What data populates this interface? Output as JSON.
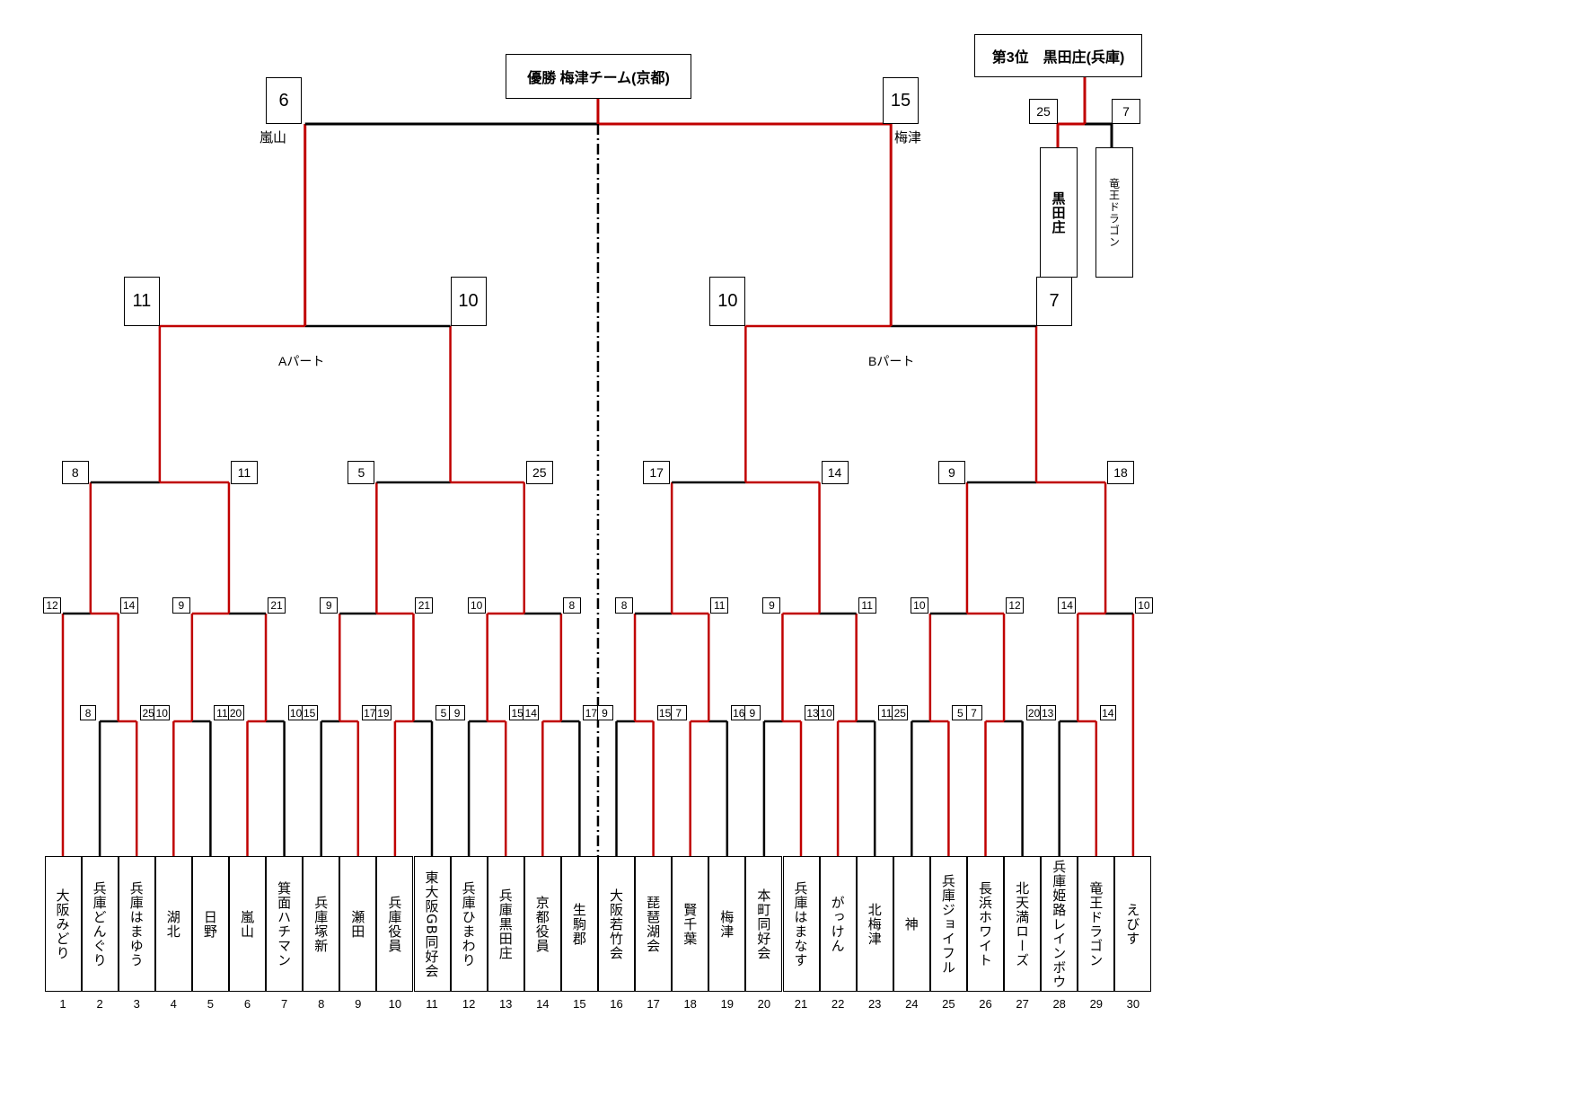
{
  "champion": "優勝 梅津チーム(京都)",
  "third_place": "第3位　黒田庄(兵庫)",
  "parts": {
    "a": "Aパート",
    "b": "Bパート"
  },
  "colors": {
    "win": "#c00000",
    "lose": "#000000"
  },
  "teams": [
    {
      "no": "1",
      "name": "大阪みどり"
    },
    {
      "no": "2",
      "name": "兵庫どんぐり"
    },
    {
      "no": "3",
      "name": "兵庫はまゆう"
    },
    {
      "no": "4",
      "name": "湖北"
    },
    {
      "no": "5",
      "name": "日野"
    },
    {
      "no": "6",
      "name": "嵐山"
    },
    {
      "no": "7",
      "name": "箕面ハチマン"
    },
    {
      "no": "8",
      "name": "兵庫塚新"
    },
    {
      "no": "9",
      "name": "瀬田"
    },
    {
      "no": "10",
      "name": "兵庫役員"
    },
    {
      "no": "11",
      "name": "東大阪GB同好会"
    },
    {
      "no": "12",
      "name": "兵庫ひまわり"
    },
    {
      "no": "13",
      "name": "兵庫黒田庄"
    },
    {
      "no": "14",
      "name": "京都役員"
    },
    {
      "no": "15",
      "name": "生駒郡"
    },
    {
      "no": "16",
      "name": "大阪若竹会"
    },
    {
      "no": "17",
      "name": "琵琶湖会"
    },
    {
      "no": "18",
      "name": "賢千葉"
    },
    {
      "no": "19",
      "name": "梅津"
    },
    {
      "no": "20",
      "name": "本町同好会"
    },
    {
      "no": "21",
      "name": "兵庫はまなす"
    },
    {
      "no": "22",
      "name": "がっけん"
    },
    {
      "no": "23",
      "name": "北梅津"
    },
    {
      "no": "24",
      "name": "神"
    },
    {
      "no": "25",
      "name": "兵庫ジョイフル"
    },
    {
      "no": "26",
      "name": "長浜ホワイト"
    },
    {
      "no": "27",
      "name": "北天満ローズ"
    },
    {
      "no": "28",
      "name": "兵庫姫路レインボウ"
    },
    {
      "no": "29",
      "name": "竜王ドラゴン"
    },
    {
      "no": "30",
      "name": "えびす"
    }
  ],
  "round1": [
    [
      "8",
      "25"
    ],
    [
      "10",
      "11"
    ],
    [
      "20",
      "10"
    ],
    [
      "15",
      "17"
    ],
    [
      "19",
      "5"
    ],
    [
      "9",
      "15"
    ],
    [
      "14",
      "17"
    ],
    [
      "9",
      "15"
    ],
    [
      "7",
      "16"
    ],
    [
      "9",
      "13"
    ],
    [
      "10",
      "11"
    ],
    [
      "25",
      "5"
    ],
    [
      "7",
      "20"
    ],
    [
      "13",
      "14"
    ]
  ],
  "round2": [
    [
      "12",
      "14"
    ],
    [
      "9",
      "21"
    ],
    [
      "9",
      "21"
    ],
    [
      "10",
      "8"
    ],
    [
      "8",
      "11"
    ],
    [
      "9",
      "11"
    ],
    [
      "10",
      "12"
    ],
    [
      "14",
      "10"
    ]
  ],
  "round3": [
    [
      "8",
      "11"
    ],
    [
      "5",
      "25"
    ],
    [
      "17",
      "14"
    ],
    [
      "9",
      "18"
    ]
  ],
  "semis": [
    [
      "11",
      "10"
    ],
    [
      "10",
      "7"
    ]
  ],
  "final": {
    "left_score": "6",
    "left_name": "嵐山",
    "right_score": "15",
    "right_name": "梅津"
  },
  "third_match": {
    "left_score": "25",
    "left_name": "黒田庄",
    "right_score": "7",
    "right_name": "竜王ドラゴン"
  }
}
